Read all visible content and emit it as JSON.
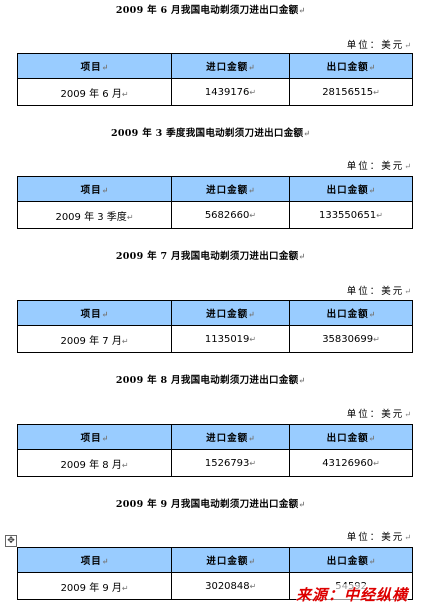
{
  "mark": "↵",
  "sections": [
    {
      "title": "2009 年 6 月我国电动剃须刀进出口金额",
      "unit": "单位：美元",
      "headers": [
        "项目",
        "进口金额",
        "出口金额"
      ],
      "row": [
        "2009 年 6 月",
        "1439176",
        "28156515"
      ]
    },
    {
      "title": "2009 年 3 季度我国电动剃须刀进出口金额",
      "unit": "单位：美元",
      "headers": [
        "项目",
        "进口金额",
        "出口金额"
      ],
      "row": [
        "2009 年 3 季度",
        "5682660",
        "133550651"
      ]
    },
    {
      "title": "2009 年 7 月我国电动剃须刀进出口金额",
      "unit": "单位：美元",
      "headers": [
        "项目",
        "进口金额",
        "出口金额"
      ],
      "row": [
        "2009 年 7 月",
        "1135019",
        "35830699"
      ]
    },
    {
      "title": "2009 年 8 月我国电动剃须刀进出口金额",
      "unit": "单位：美元",
      "headers": [
        "项目",
        "进口金额",
        "出口金额"
      ],
      "row": [
        "2009 年 8 月",
        "1526793",
        "43126960"
      ]
    },
    {
      "title": "2009 年 9 月我国电动剃须刀进出口金额",
      "unit": "单位：美元",
      "headers": [
        "项目",
        "进口金额",
        "出口金额"
      ],
      "row": [
        "2009 年 9 月",
        "3020848",
        "54592"
      ]
    }
  ],
  "watermark": "来源：中经纵横",
  "table_handle_icon": "move-handle-icon"
}
